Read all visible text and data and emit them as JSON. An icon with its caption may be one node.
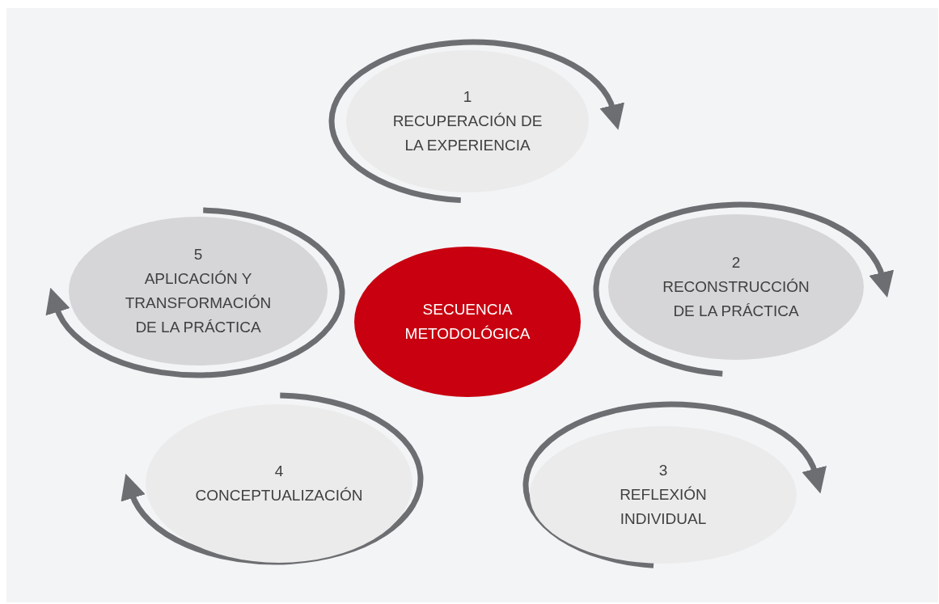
{
  "diagram": {
    "nodes": [
      {
        "text": [
          "SECUENCIA METODOLÓGICA"
        ]
      },
      {
        "text": [
          "1",
          "RECUPERACIÓN DE LA EXPERIENCIA"
        ]
      },
      {
        "text": [
          "2",
          "RECONSTRUCCIÓN DE LA PRÁCTICA"
        ]
      },
      {
        "text": [
          "3",
          "REFLEXIÓN INDIVIDUAL"
        ]
      },
      {
        "text": [
          "4",
          "CONCEPTUALIZACIÓN"
        ]
      },
      {
        "text": [
          "5",
          "APLICACIÓN Y TRANSFORMACIÓN DE LA PRÁCTICA"
        ]
      }
    ],
    "edges": [
      {
        "from": 1,
        "to": 1,
        "arrow": "to"
      },
      {
        "from": 2,
        "to": 2,
        "arrow": "to"
      },
      {
        "from": 3,
        "to": 3,
        "arrow": "to"
      },
      {
        "from": 4,
        "to": 4,
        "arrow": "to"
      },
      {
        "from": 5,
        "to": 5,
        "arrow": "to"
      }
    ]
  }
}
